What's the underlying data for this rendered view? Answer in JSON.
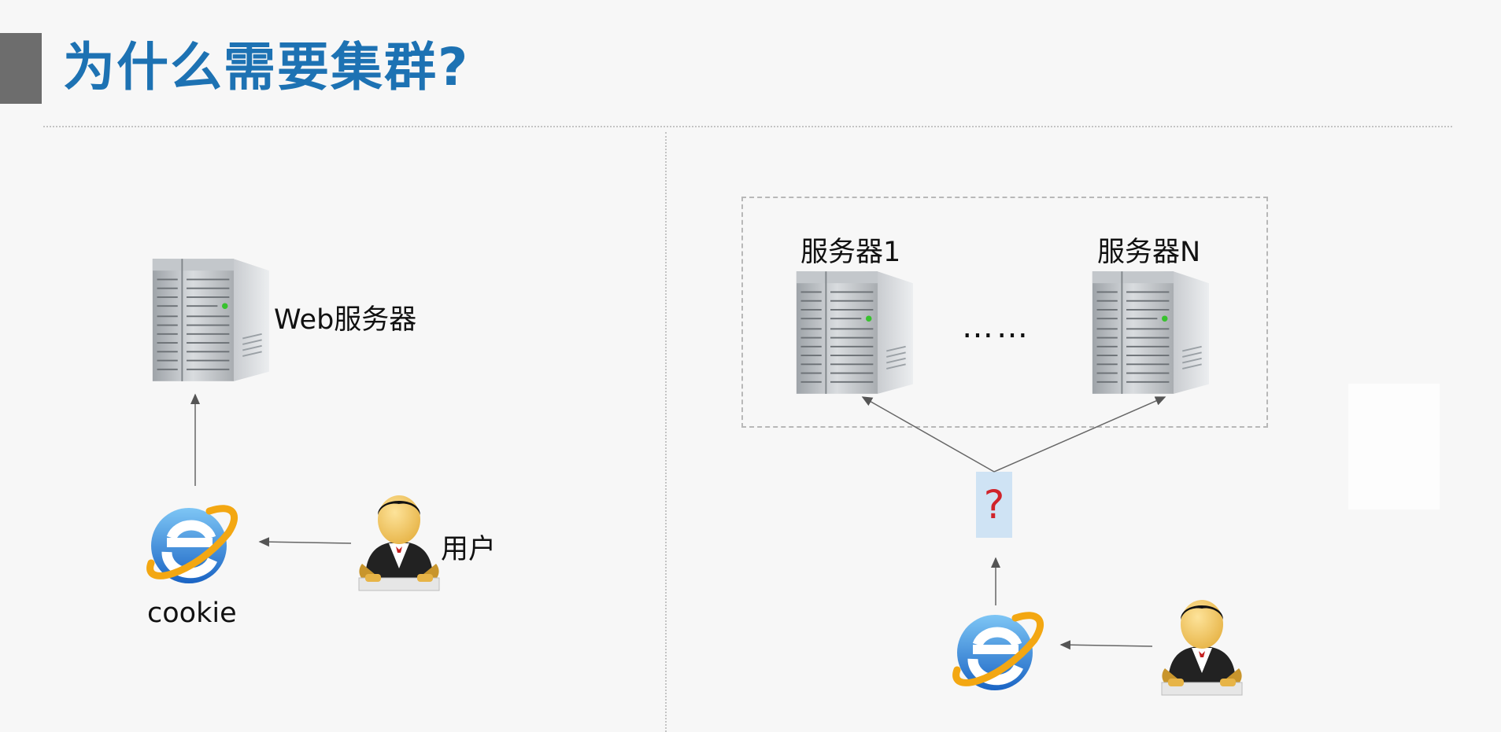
{
  "header": {
    "title": "为什么需要集群?"
  },
  "left": {
    "server_label": "Web服务器",
    "browser_label": "cookie",
    "user_label": "用户"
  },
  "right": {
    "server1_label": "服务器1",
    "serverN_label": "服务器N",
    "ellipsis": "……",
    "question": "?"
  }
}
